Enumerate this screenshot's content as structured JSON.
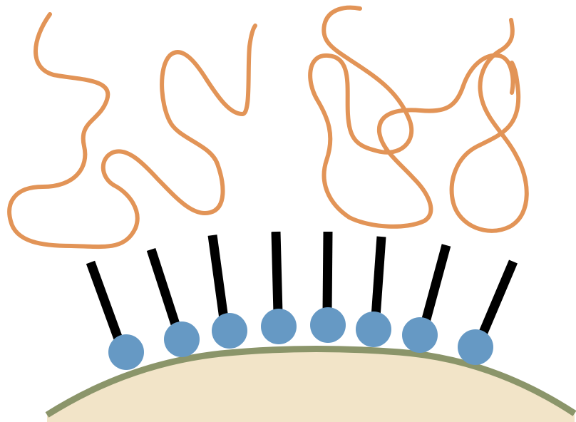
{
  "diagram": {
    "colors": {
      "background": "#ffffff",
      "surface_fill": "#f2e4c8",
      "surface_outline": "#8b956a",
      "anchor_head": "#6699c4",
      "tether": "#000000",
      "polymer_coil": "#e29457"
    },
    "components": {
      "curved_surface": {
        "count": 1
      },
      "anchor_heads": {
        "count": 8
      },
      "tethers": {
        "count": 8
      },
      "polymer_coils": {
        "count": 4
      }
    }
  }
}
